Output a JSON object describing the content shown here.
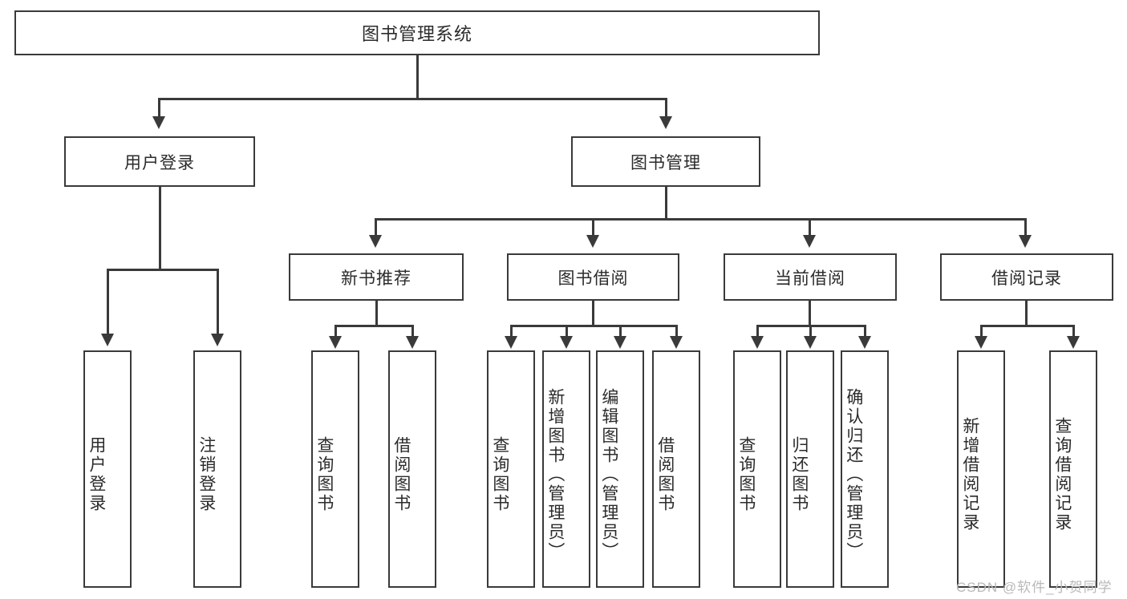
{
  "diagram": {
    "type": "tree",
    "title": "图书管理系统",
    "root": {
      "label": "图书管理系统"
    },
    "level1": [
      {
        "label": "用户登录"
      },
      {
        "label": "图书管理"
      }
    ],
    "level2": [
      {
        "label": "新书推荐"
      },
      {
        "label": "图书借阅"
      },
      {
        "label": "当前借阅"
      },
      {
        "label": "借阅记录"
      }
    ],
    "leaves": {
      "user_login": [
        {
          "label": "用户登录"
        },
        {
          "label": "注销登录"
        }
      ],
      "new_book_recommend": [
        {
          "label": "查询图书"
        },
        {
          "label": "借阅图书"
        }
      ],
      "book_borrow": [
        {
          "label": "查询图书"
        },
        {
          "label": "新增图书（管理员）"
        },
        {
          "label": "编辑图书（管理员）"
        },
        {
          "label": "借阅图书"
        }
      ],
      "current_borrow": [
        {
          "label": "查询图书"
        },
        {
          "label": "归还图书"
        },
        {
          "label": "确认归还（管理员）"
        }
      ],
      "borrow_record": [
        {
          "label": "新增借阅记录"
        },
        {
          "label": "查询借阅记录"
        }
      ]
    }
  },
  "watermark": {
    "text": "CSDN @软件_小贺同学"
  },
  "colors": {
    "border": "#3a3a3a",
    "text": "#2b2b2b",
    "background": "#ffffff",
    "watermark": "#b9b9b9"
  }
}
